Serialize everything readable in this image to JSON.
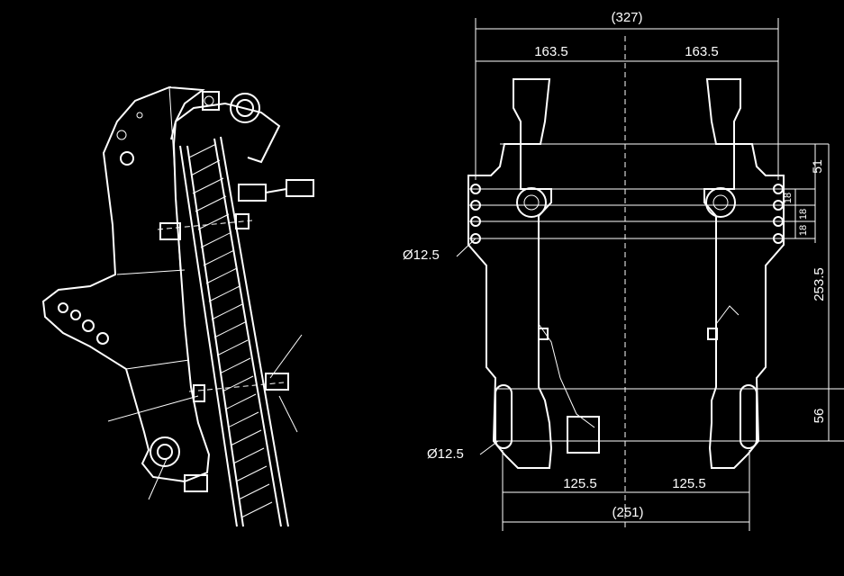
{
  "dimensions": {
    "overall_top": "(327)",
    "half_left_top": "163.5",
    "half_right_top": "163.5",
    "vertical_51": "51",
    "vertical_18a": "18",
    "vertical_18b": "18",
    "vertical_18c": "18",
    "vertical_253_5": "253.5",
    "vertical_56": "56",
    "hole_upper": "Ø12.5",
    "hole_lower": "Ø12.5",
    "half_left_bottom": "125.5",
    "half_right_bottom": "125.5",
    "overall_bottom": "(251)"
  }
}
